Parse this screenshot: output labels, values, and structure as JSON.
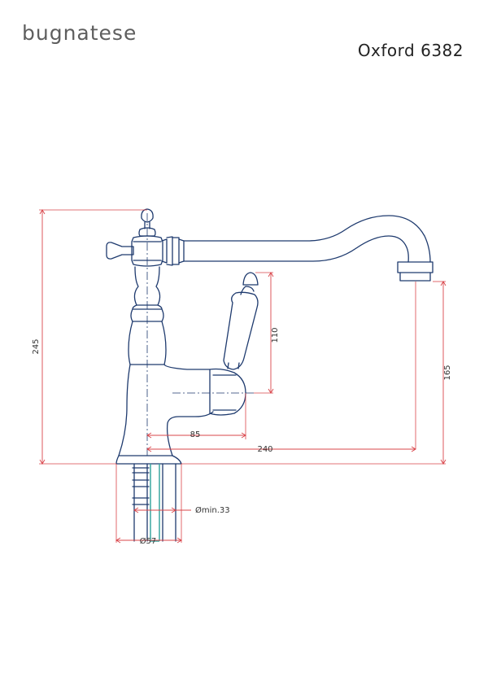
{
  "header": {
    "brand": "bugnatese",
    "model": "Oxford 6382"
  },
  "dimensions": {
    "height_total": "245",
    "lever_height": "110",
    "spout_height": "165",
    "lever_reach": "85",
    "spout_reach": "240",
    "hole_diameter": "Ømin.33",
    "base_diameter": "Ø57"
  },
  "colors": {
    "outline": "#1e3a6e",
    "dimension_line": "#d9454a",
    "extension_line": "#d9454a",
    "pipe_accent": "#3aa7a0",
    "text": "#333333",
    "brand": "#5e5e5e"
  }
}
